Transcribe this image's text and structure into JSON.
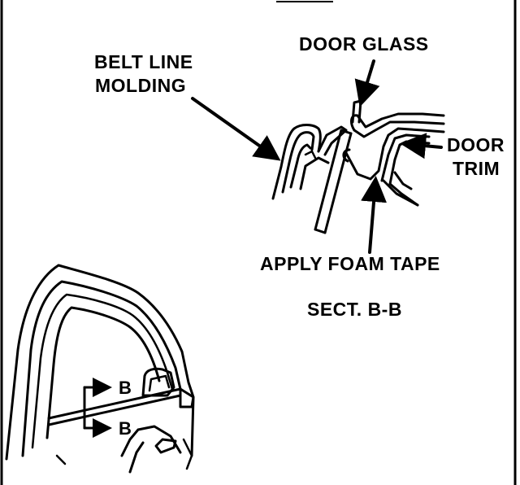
{
  "labels": {
    "belt_line_molding_1": "BELT LINE",
    "belt_line_molding_2": "MOLDING",
    "door_glass": "DOOR GLASS",
    "door_trim_1": "DOOR",
    "door_trim_2": "TRIM",
    "apply_foam_tape": "APPLY FOAM TAPE",
    "section": "SECT. B-B",
    "section_mark_top": "B",
    "section_mark_bottom": "B"
  }
}
